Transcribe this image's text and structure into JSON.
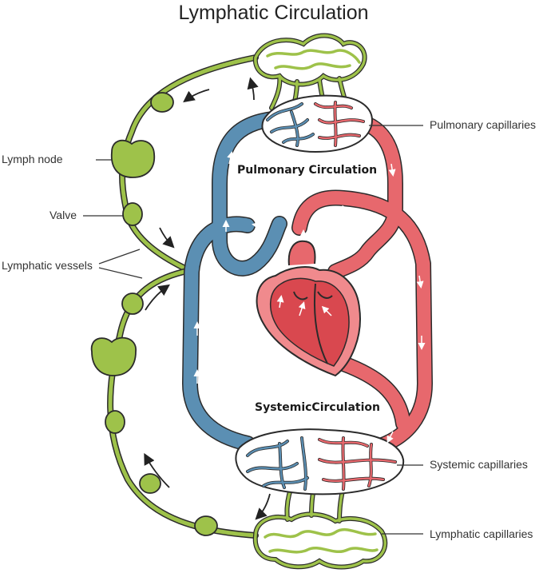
{
  "title": "Lymphatic Circulation",
  "labels": {
    "lymph_node": "Lymph node",
    "valve": "Valve",
    "lymphatic_vessels": "Lymphatic vessels",
    "pulmonary_capillaries": "Pulmonary capillaries",
    "systemic_capillaries": "Systemic capillaries",
    "lymphatic_capillaries": "Lymphatic capillaries",
    "pulmonary_circulation": "Pulmonary Circulation",
    "systemic_circulation": "SystemicCirculation"
  },
  "colors": {
    "lymph_green": "#9ec24a",
    "lymph_green_dark": "#6e8f26",
    "vein_blue": "#5b8fb3",
    "artery_red": "#e7686d",
    "heart_red": "#d9484f",
    "outline": "#2b2b2b"
  }
}
